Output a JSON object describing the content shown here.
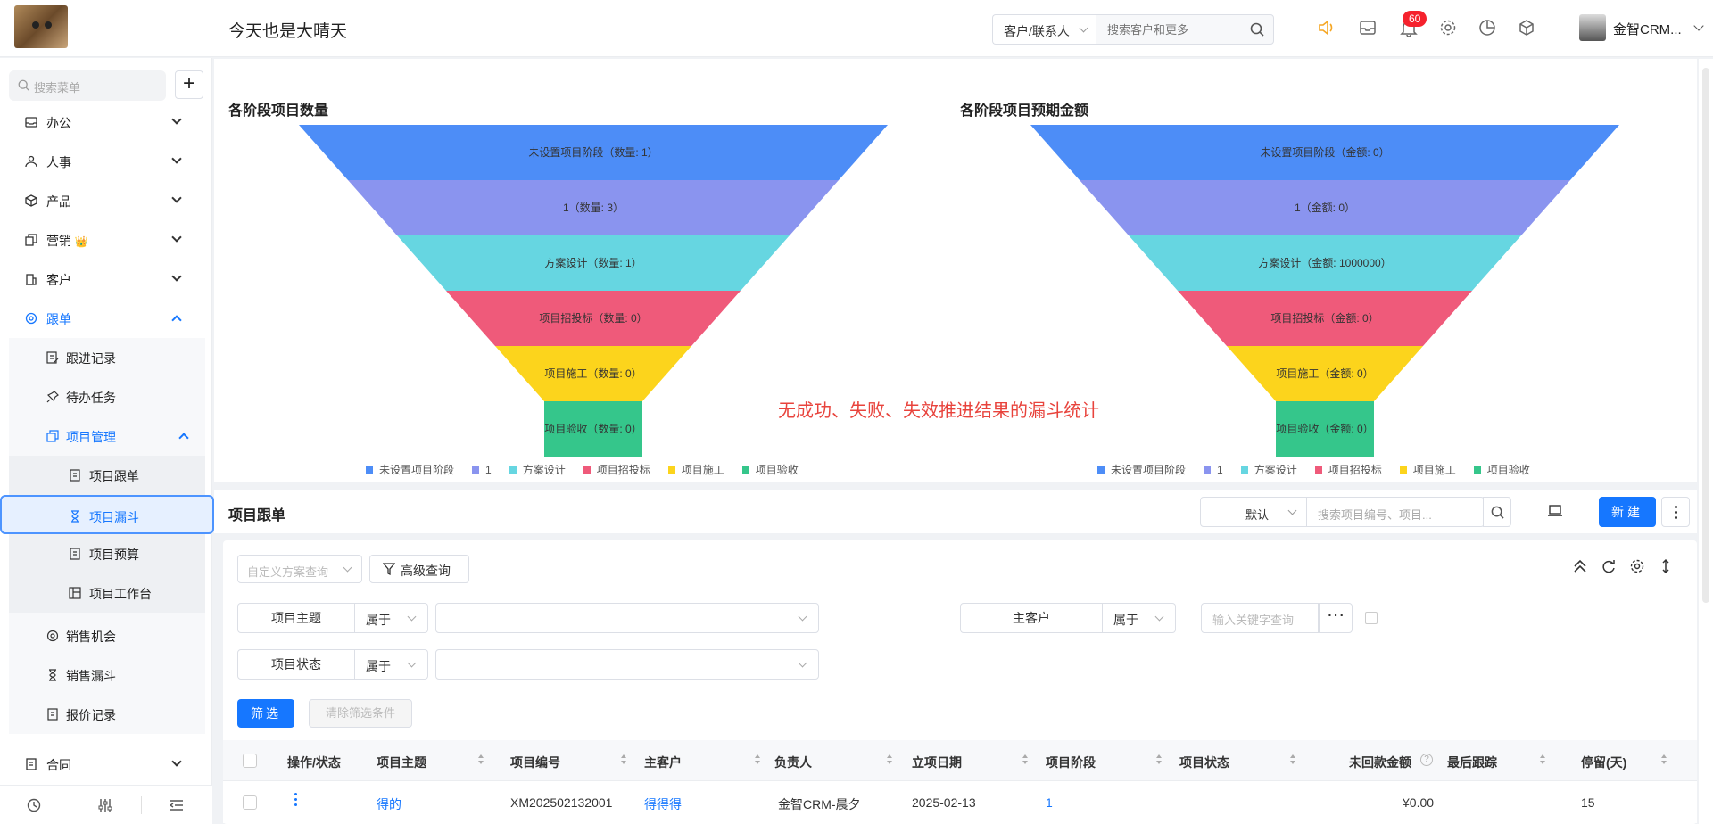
{
  "header": {
    "page_title": "今天也是大晴天",
    "search_type": "客户/联系人",
    "search_placeholder": "搜索客户和更多",
    "notification_count": "60",
    "user_name": "金智CRM..."
  },
  "sidebar": {
    "search_placeholder": "搜索菜单",
    "add_label": "+",
    "items": [
      {
        "label": "办公",
        "icon": "inbox-icon"
      },
      {
        "label": "人事",
        "icon": "people-icon"
      },
      {
        "label": "产品",
        "icon": "box-icon"
      },
      {
        "label": "营销",
        "icon": "copy-icon",
        "badge": "👑"
      },
      {
        "label": "客户",
        "icon": "building-icon"
      },
      {
        "label": "跟单",
        "icon": "target-icon"
      }
    ],
    "sub_items": [
      {
        "label": "跟进记录",
        "icon": "edit-icon"
      },
      {
        "label": "待办任务",
        "icon": "pin-icon"
      },
      {
        "label": "项目管理",
        "icon": "folder-icon"
      }
    ],
    "project_items": [
      {
        "label": "项目跟单",
        "icon": "doc-icon"
      },
      {
        "label": "项目漏斗",
        "icon": "hourglass-icon"
      },
      {
        "label": "项目预算",
        "icon": "doc-icon"
      },
      {
        "label": "项目工作台",
        "icon": "layout-icon"
      }
    ],
    "more_sub_items": [
      {
        "label": "销售机会",
        "icon": "target-icon"
      },
      {
        "label": "销售漏斗",
        "icon": "hourglass-icon"
      },
      {
        "label": "报价记录",
        "icon": "doc-icon"
      }
    ],
    "contract_label": "合同"
  },
  "charts": {
    "note": "无成功、失败、失效推进结果的漏斗统计",
    "colors": [
      "#4d8df7",
      "#8a94ef",
      "#66d6e1",
      "#ef5a7a",
      "#fcd41c",
      "#35c68b"
    ],
    "legend": [
      "未设置项目阶段",
      "1",
      "方案设计",
      "项目招投标",
      "项目施工",
      "项目验收"
    ]
  },
  "chart_data": [
    {
      "type": "funnel",
      "title": "各阶段项目数量",
      "categories": [
        "未设置项目阶段",
        "1",
        "方案设计",
        "项目招投标",
        "项目施工",
        "项目验收"
      ],
      "labels": [
        "未设置项目阶段（数量: 1）",
        "1（数量: 3）",
        "方案设计（数量: 1）",
        "项目招投标（数量: 0）",
        "项目施工（数量: 0）",
        "项目验收（数量: 0）"
      ],
      "values": [
        1,
        3,
        1,
        0,
        0,
        0
      ]
    },
    {
      "type": "funnel",
      "title": "各阶段项目预期金额",
      "categories": [
        "未设置项目阶段",
        "1",
        "方案设计",
        "项目招投标",
        "项目施工",
        "项目验收"
      ],
      "labels": [
        "未设置项目阶段（金额: 0）",
        "1（金额: 0）",
        "方案设计（金额: 1000000）",
        "项目招投标（金额: 0）",
        "项目施工（金额: 0）",
        "项目验收（金额: 0）"
      ],
      "values": [
        0,
        0,
        1000000,
        0,
        0,
        0
      ]
    }
  ],
  "table": {
    "title": "项目跟单",
    "view_select": "默认",
    "search_placeholder": "搜索项目编号、项目...",
    "new_label": "新建",
    "scheme_placeholder": "自定义方案查询",
    "advanced_query": "高级查询",
    "filters": [
      {
        "field": "项目主题",
        "op": "属于",
        "value": ""
      },
      {
        "field": "主客户",
        "op": "属于",
        "value": "输入关键字查询"
      },
      {
        "field": "项目状态",
        "op": "属于",
        "value": ""
      }
    ],
    "filter_btn": "筛选",
    "clear_btn": "清除筛选条件",
    "columns": [
      "操作/状态",
      "项目主题",
      "项目编号",
      "主客户",
      "负责人",
      "立项日期",
      "项目阶段",
      "项目状态",
      "未回款金额",
      "最后跟踪",
      "停留(天)"
    ],
    "rows": [
      {
        "subject": "得的",
        "code": "XM202502132001",
        "customer": "得得得",
        "owner": "金智CRM-晨夕",
        "date": "2025-02-13",
        "stage": "1",
        "status": "",
        "unpaid": "¥0.00",
        "last": "",
        "stay": "15"
      }
    ]
  }
}
